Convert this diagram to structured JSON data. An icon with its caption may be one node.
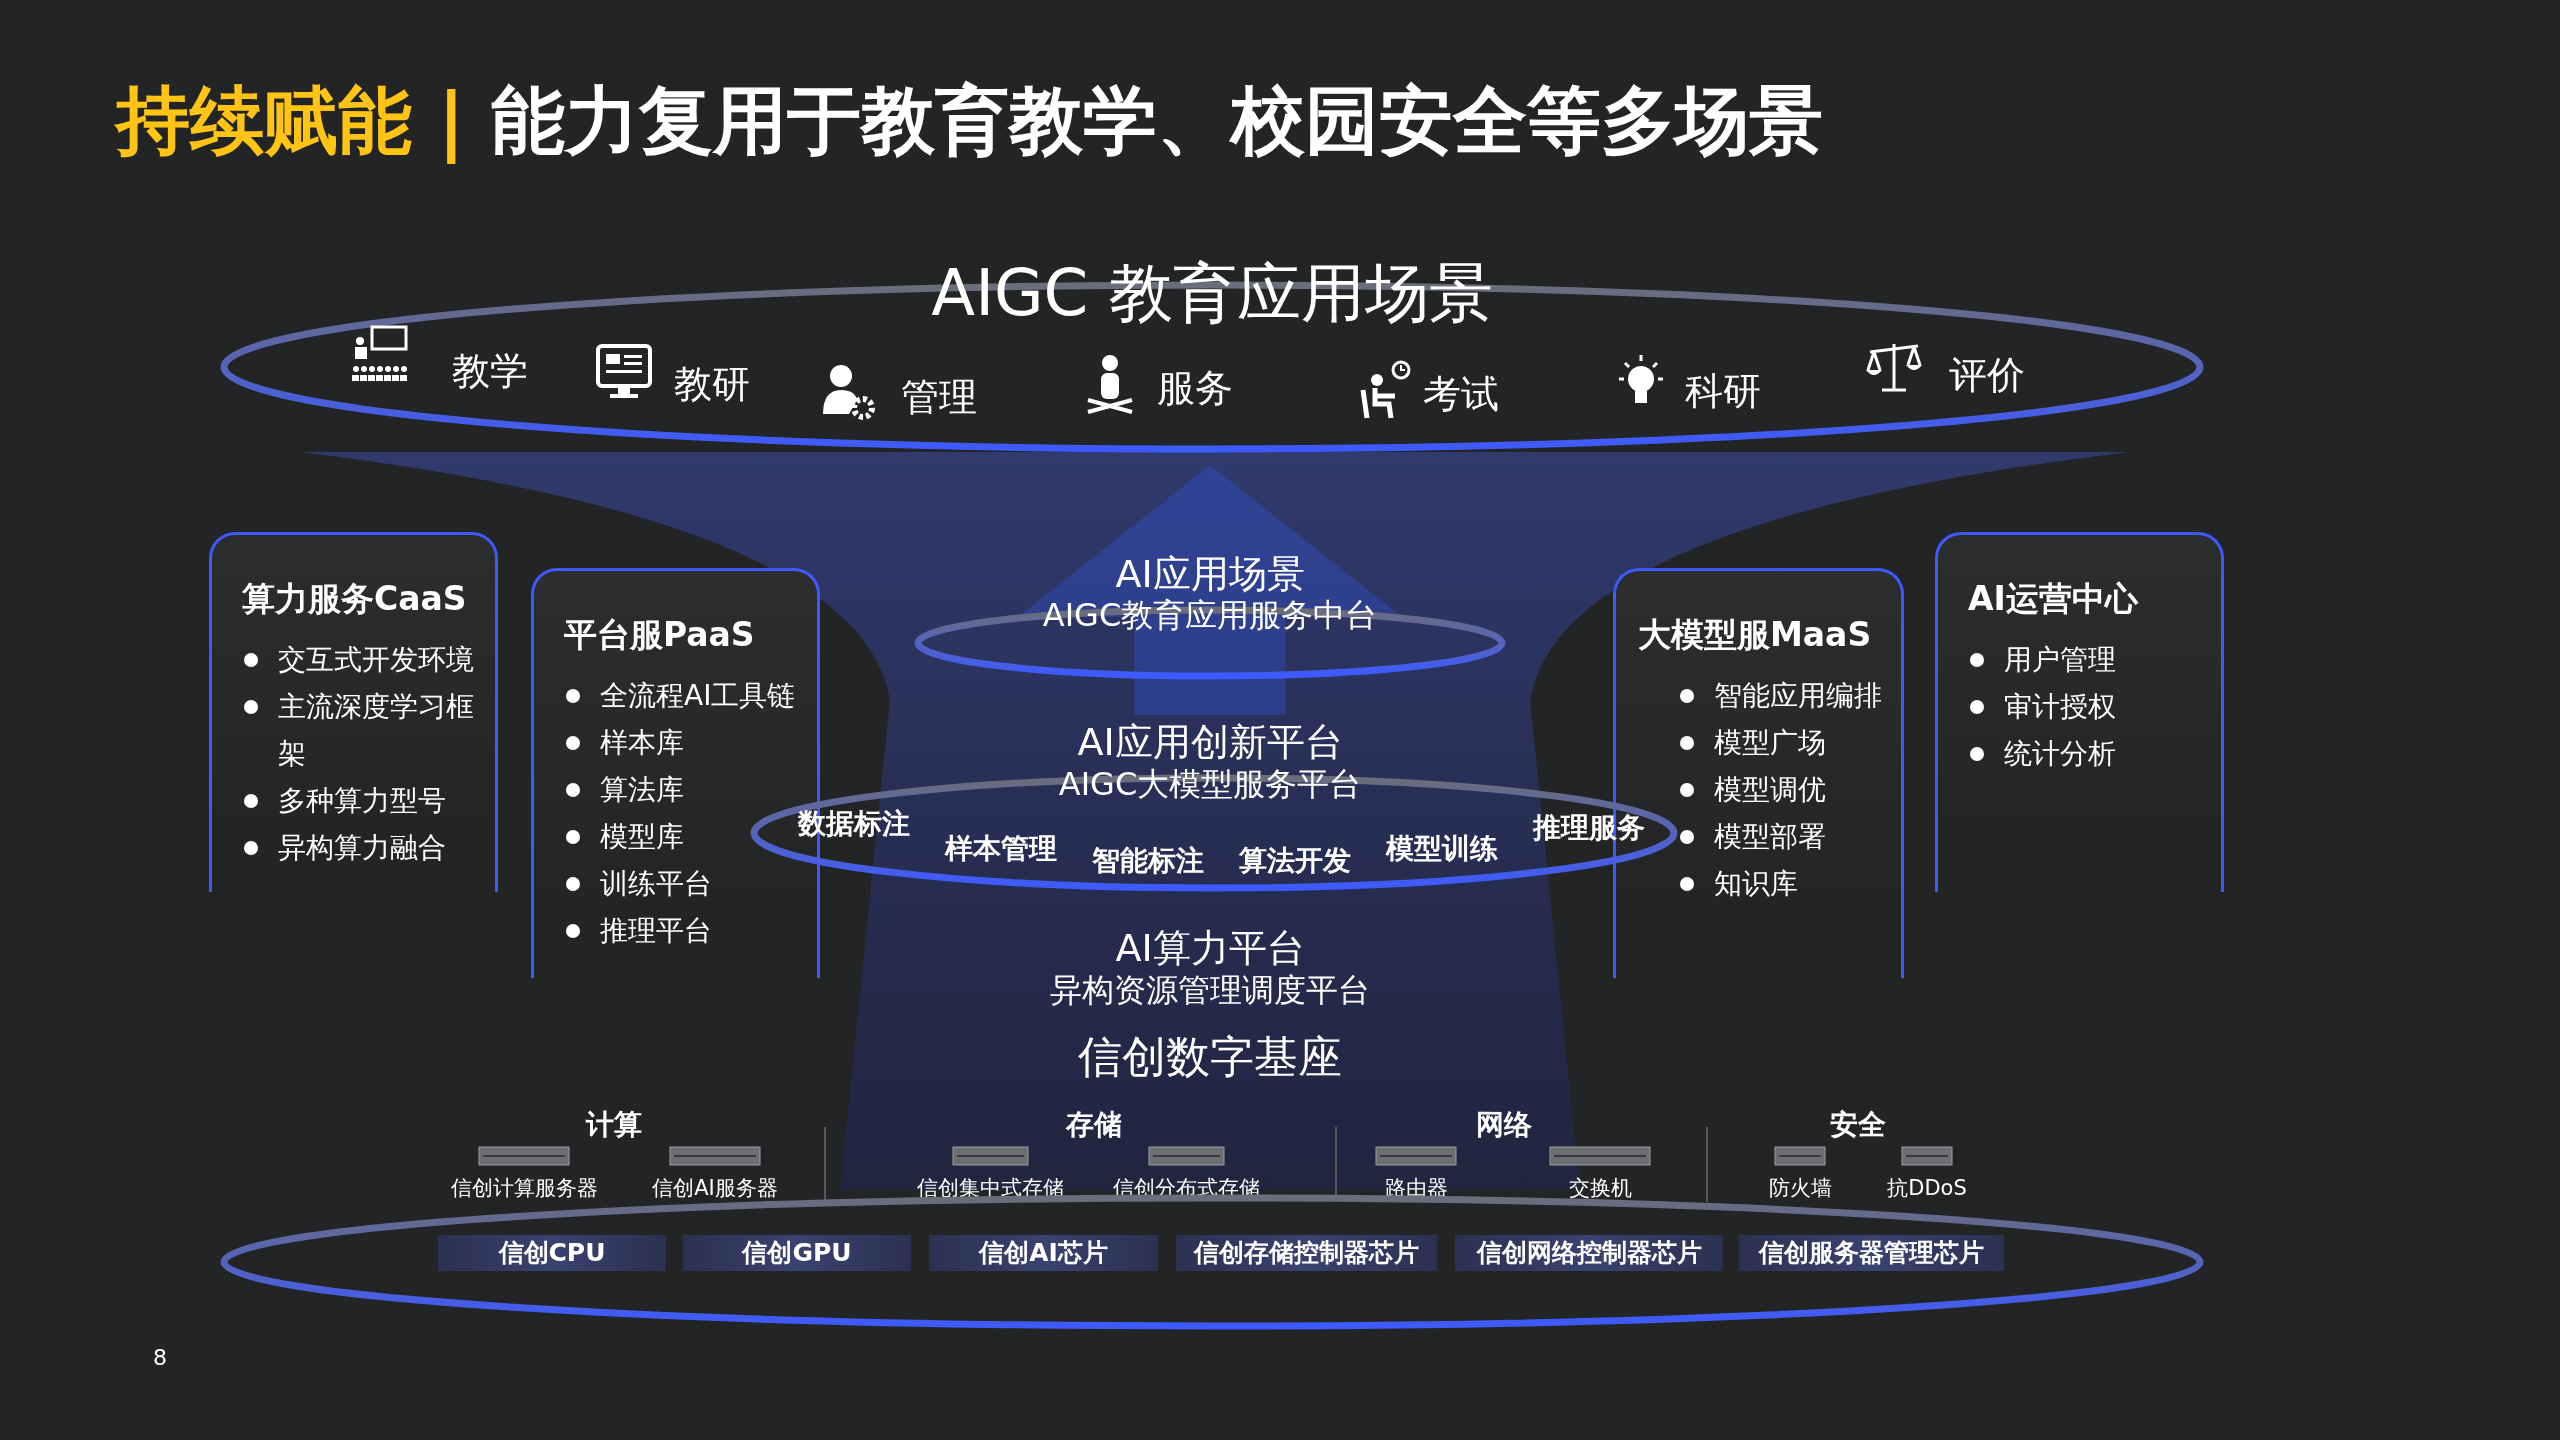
{
  "diagram": {
    "title": "**持续赋能 |** 能力复用于教育教学、校园安全等多场景",
    "nodes": [
      {
        "text": [
          "AIGC 教育应用场景",
          "教学",
          "教研",
          "管理",
          "服务",
          "考试",
          "科研",
          "评价"
        ]
      },
      {
        "text": [
          "算力服务CaaS",
          "交互式开发环境",
          "主流深度学习框架",
          "多种算力型号",
          "异构算力融合"
        ]
      },
      {
        "text": [
          "平台服PaaS",
          "全流程AI工具链",
          "样本库",
          "算法库",
          "模型库",
          "训练平台",
          "推理平台"
        ]
      },
      {
        "text": [
          "AI应用场景",
          "AIGC教育应用服务中台"
        ]
      },
      {
        "text": [
          "AI应用创新平台",
          "AIGC大模型服务平台",
          "数据标注",
          "样本管理",
          "智能标注",
          "算法开发",
          "模型训练",
          "推理服务"
        ]
      },
      {
        "text": [
          "大模型服MaaS",
          "智能应用编排",
          "模型广场",
          "模型调优",
          "模型部署",
          "知识库"
        ]
      },
      {
        "text": [
          "AI运营中心",
          "用户管理",
          "审计授权",
          "统计分析"
        ]
      },
      {
        "text": [
          "信创数字基座"
        ]
      },
      {
        "text": [
          "信创CPU"
        ],
        "in": 7
      },
      {
        "text": [
          "信创GPU"
        ],
        "in": 7
      },
      {
        "text": [
          "信创AI芯片"
        ],
        "in": 7
      },
      {
        "text": [
          "信创存储控制器芯片"
        ],
        "in": 7
      },
      {
        "text": [
          "信创网络控制器芯片"
        ],
        "in": 7
      },
      {
        "text": [
          "信创服务器管理芯片"
        ],
        "in": 7
      }
    ],
    "edges": [
      {
        "from": 4,
        "to": 0,
        "arrow": "to",
        "style": "thick"
      }
    ],
    "labels": [
      "AI算力平台",
      "异构资源管理调度平台",
      "计算",
      "信创计算服务器",
      "信创AI服务器",
      "存储",
      "信创集中式存储",
      "信创分布式存储",
      "网络",
      "路由器",
      "交换机",
      "安全",
      "防火墙",
      "抗DDoS",
      "8"
    ]
  }
}
